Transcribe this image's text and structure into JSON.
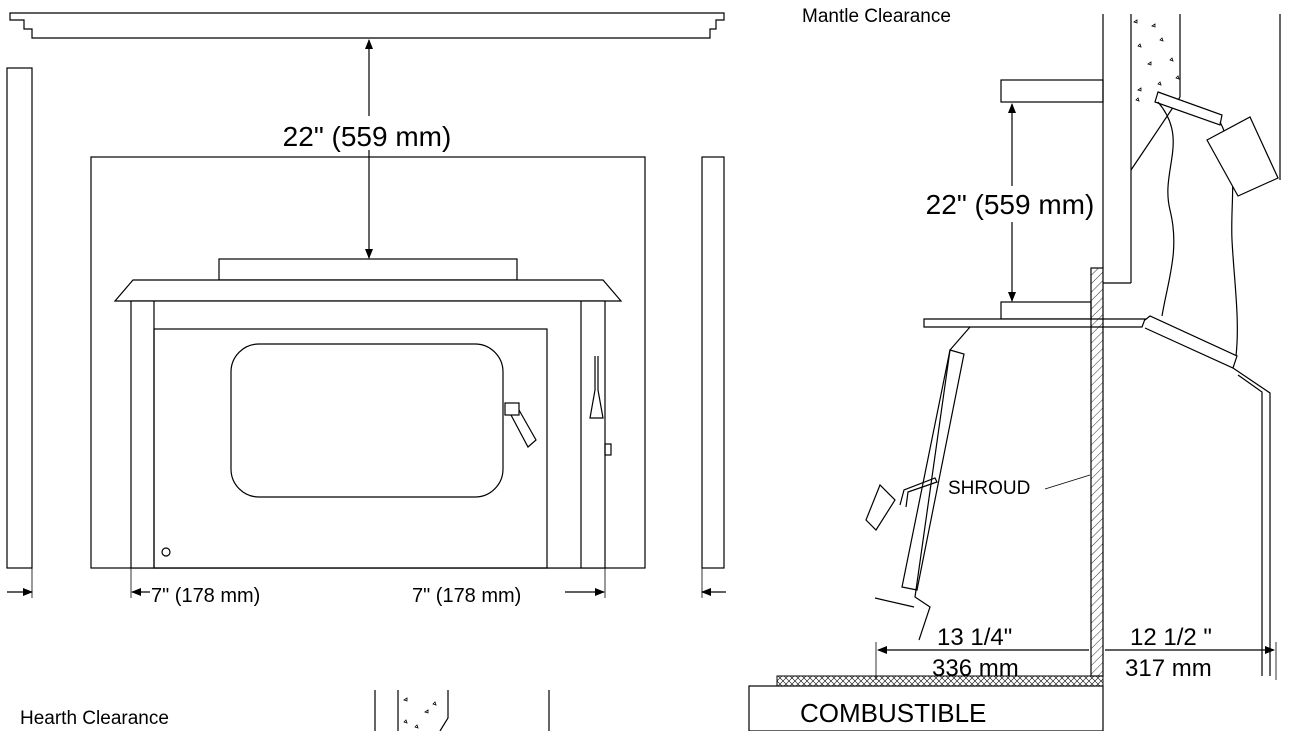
{
  "labels": {
    "mantle_clearance_title": "Mantle Clearance",
    "hearth_clearance_title": "Hearth Clearance",
    "front_mantle_dim": "22\" (559 mm)",
    "side_mantle_dim": "22\" (559 mm)",
    "left_side_dim": "7\" (178 mm)",
    "right_side_dim": "7\" (178 mm)",
    "shroud": "SHROUD",
    "front_hearth_in": "13 1/4\"",
    "front_hearth_mm": "336 mm",
    "rear_hearth_in": "12 1/2 \"",
    "rear_hearth_mm": "317 mm",
    "combustible": "COMBUSTIBLE"
  },
  "colors": {
    "line": "#000000",
    "background": "#ffffff"
  }
}
